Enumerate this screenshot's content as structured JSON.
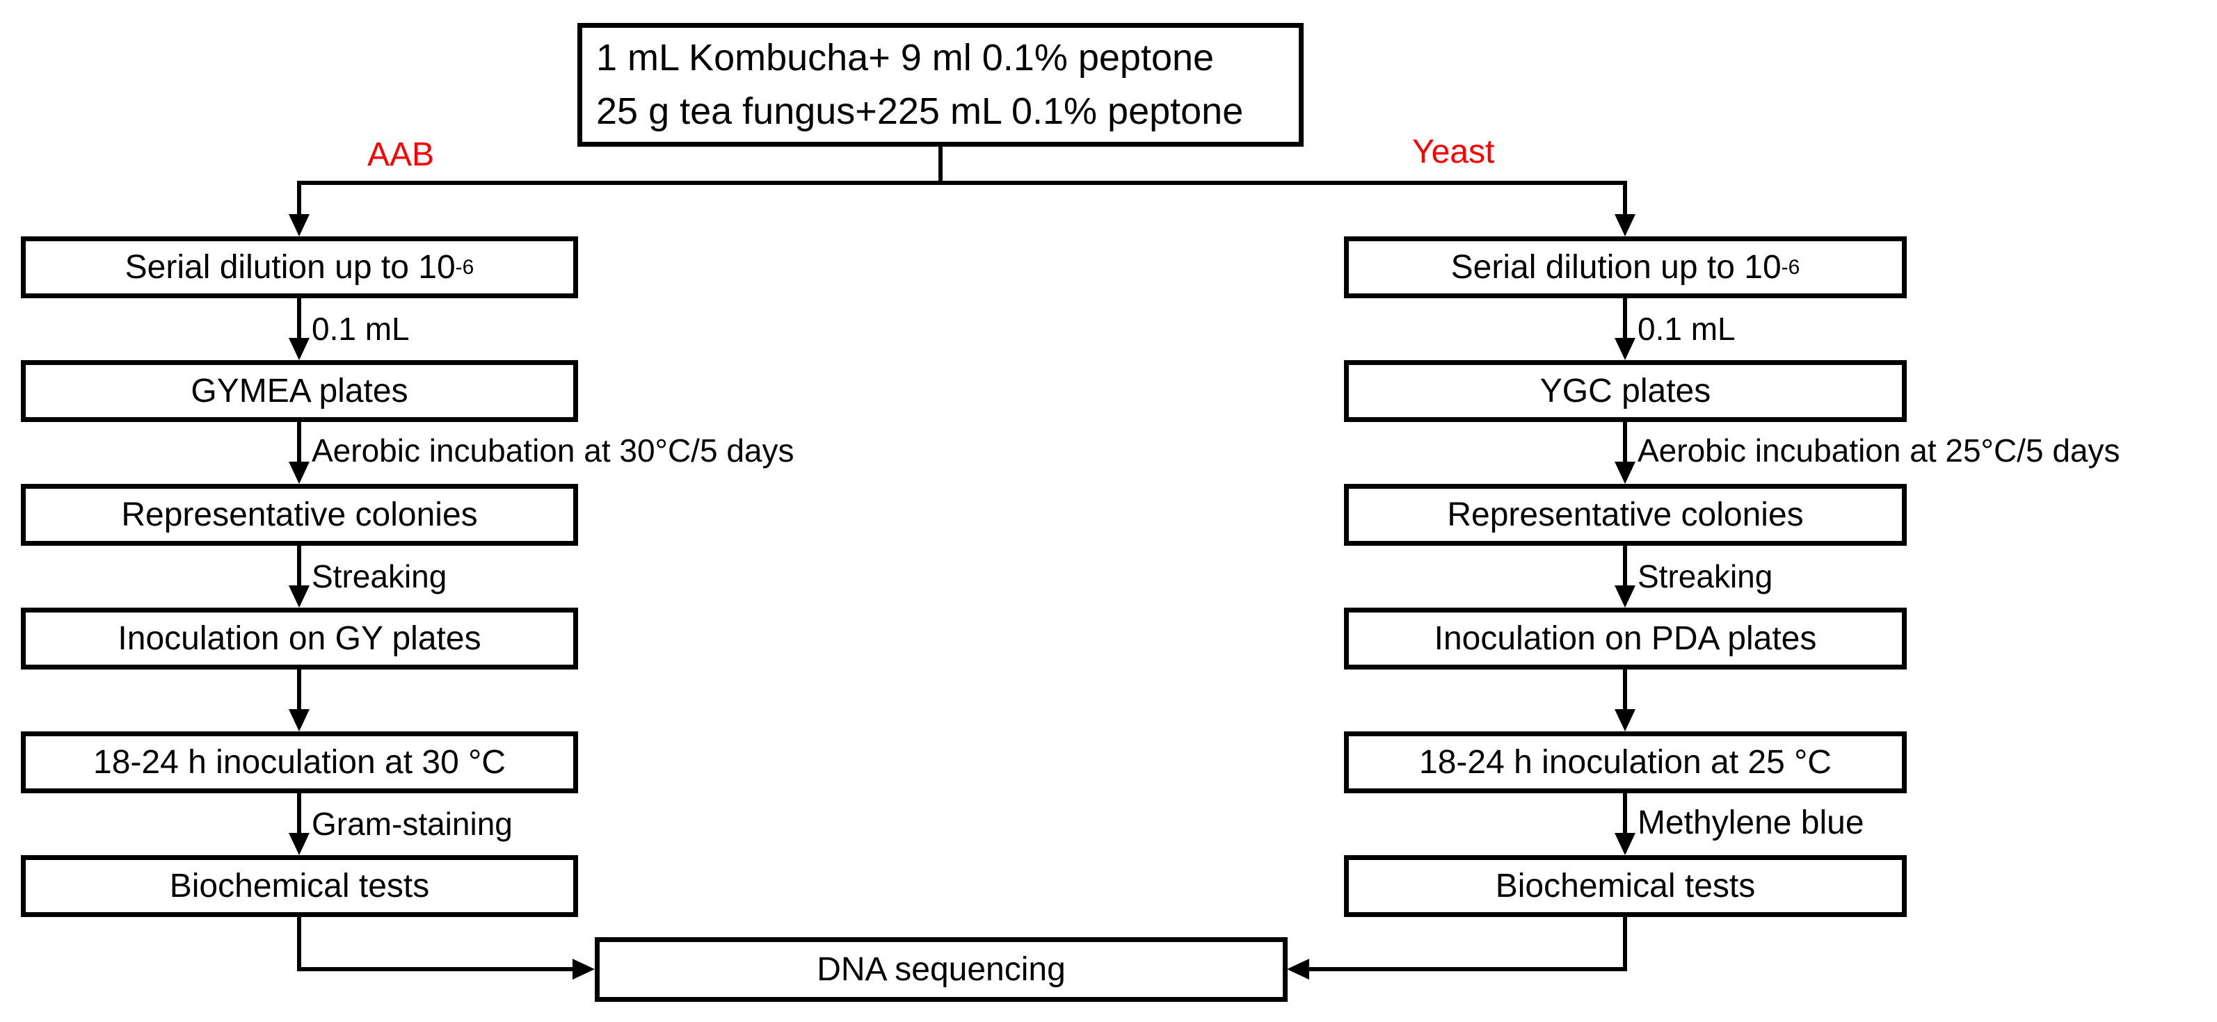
{
  "source_box": {
    "line1": "1 mL Kombucha+ 9 ml 0.1% peptone",
    "line2": "25 g tea fungus+225 mL 0.1% peptone"
  },
  "branch_left": {
    "label": "AAB",
    "boxes": [
      {
        "text": "Serial dilution up to 10",
        "sup": "-6"
      },
      {
        "text": "GYMEA plates"
      },
      {
        "text": "Representative colonies"
      },
      {
        "text": "Inoculation on GY plates"
      },
      {
        "text": "18-24 h inoculation at 30 °C"
      },
      {
        "text": "Biochemical tests"
      }
    ],
    "arrow_labels": [
      "0.1 mL",
      "Aerobic incubation at 30°C/5 days",
      "Streaking",
      "",
      "Gram-staining"
    ]
  },
  "branch_right": {
    "label": "Yeast",
    "boxes": [
      {
        "text": "Serial dilution up to 10",
        "sup": "-6"
      },
      {
        "text": "YGC plates"
      },
      {
        "text": "Representative colonies"
      },
      {
        "text": "Inoculation on PDA plates"
      },
      {
        "text": "18-24 h inoculation at 25 °C"
      },
      {
        "text": "Biochemical tests"
      }
    ],
    "arrow_labels": [
      "0.1 mL",
      "Aerobic incubation at 25°C/5 days",
      "Streaking",
      "",
      "Methylene blue"
    ]
  },
  "final_box": {
    "text": "DNA sequencing"
  },
  "colors": {
    "line": "#000000",
    "branch_label": "#ff0000",
    "background": "#ffffff",
    "box_text": "#000000"
  }
}
